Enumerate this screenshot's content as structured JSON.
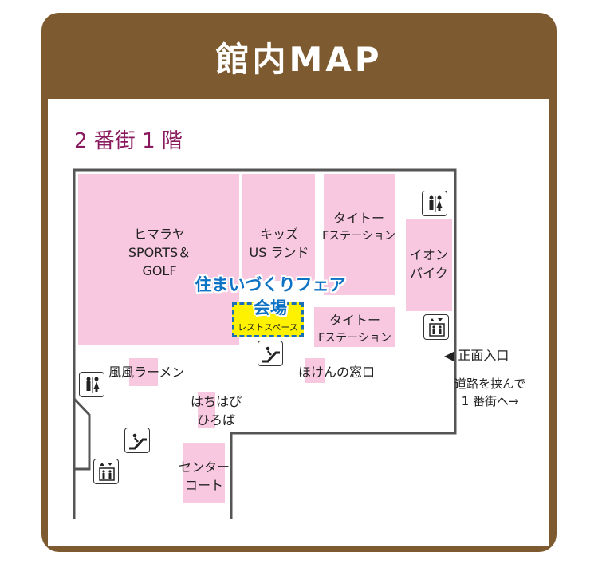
{
  "header": {
    "title": "館内MAP"
  },
  "floor": {
    "label": "2 番街 1 階"
  },
  "stores": {
    "himaraya": {
      "line1": "ヒマラヤ",
      "line2": "SPORTS＆",
      "line3": "GOLF"
    },
    "kids": {
      "line1": "キッズ",
      "line2": "US ランド"
    },
    "taito1": {
      "line1": "タイトー",
      "line2": "Fステーション"
    },
    "aeon_bike": {
      "line1": "イオン",
      "line2": "バイク"
    },
    "taito2": {
      "line1": "タイトー",
      "line2": "Fステーション"
    },
    "fufu": {
      "label": "風風ラーメン"
    },
    "hoken": {
      "label": "ほけんの窓口"
    },
    "hachi": {
      "line1": "はちはぴ",
      "line2": "ひろば"
    },
    "center": {
      "line1": "センター",
      "line2": "コート"
    }
  },
  "event": {
    "title": "住まいづくりフェア",
    "venue": "会場",
    "rest_space": "レストスペース"
  },
  "entrance": {
    "label": "◀ 正面入口",
    "note_line1": "道路を挟んで",
    "note_line2": "1 番街へ→"
  },
  "icons": [
    "restroom-icon",
    "escalator-icon",
    "elevator-icon"
  ],
  "colors": {
    "frame": "#7d5a2f",
    "store": "#f8c8e0",
    "floor_label": "#8a1a5e",
    "event_text": "#0e72c4",
    "rest_space": "#fff200"
  }
}
